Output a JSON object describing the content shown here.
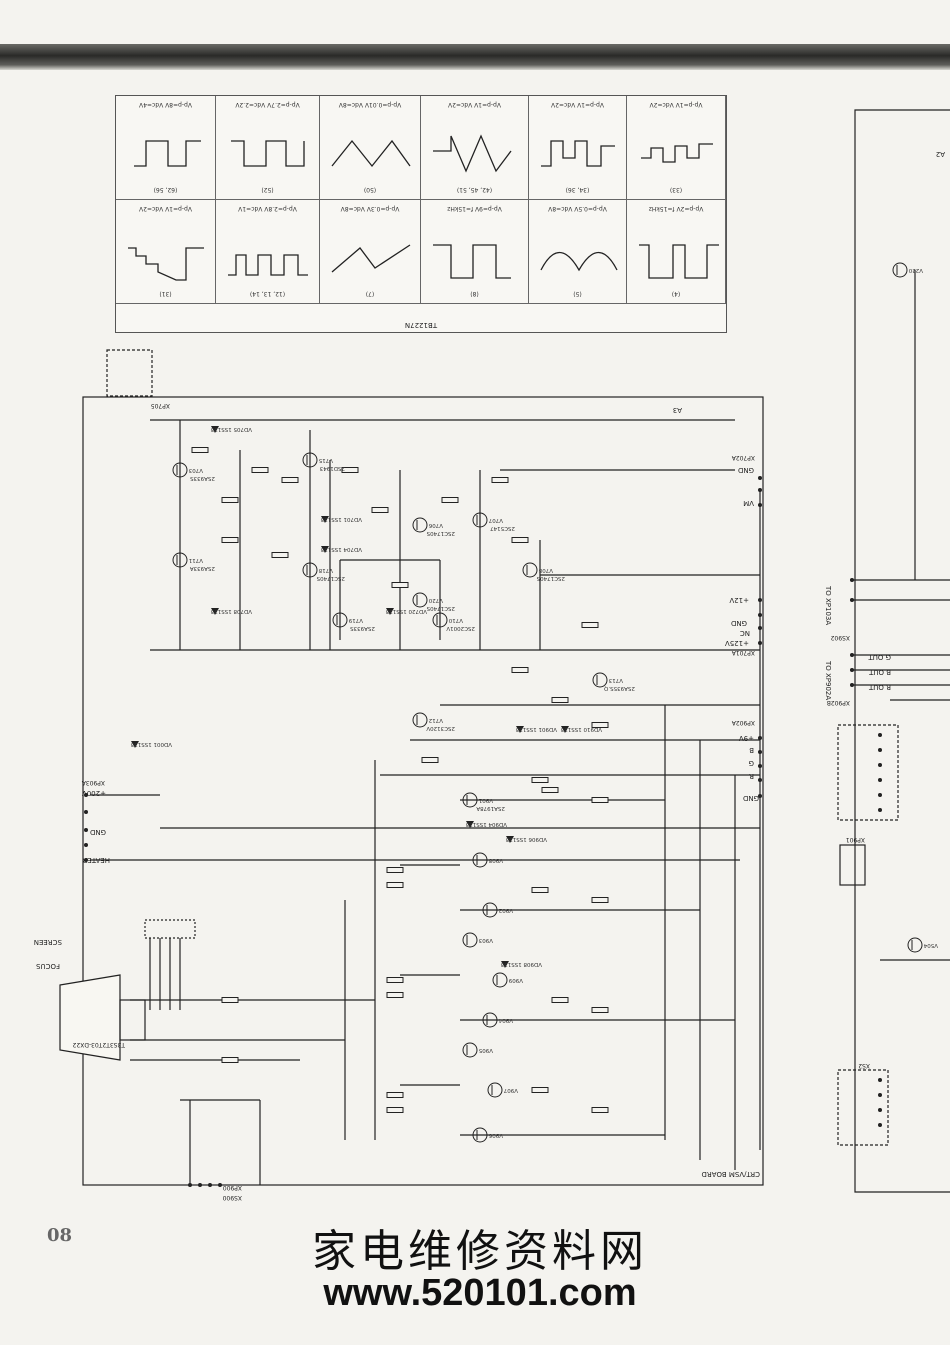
{
  "waveform_table": {
    "model": "TB1227N",
    "top_row": [
      {
        "label": "(62, 56)",
        "spec": "Vp-p=8V Vdc=4V"
      },
      {
        "label": "(52)",
        "spec": "Vp-p=2.7V Vdc=2.2V"
      },
      {
        "label": "(50)",
        "spec": "Vp-p=0.01V Vdc=8V"
      },
      {
        "label": "(42, 45, 51)",
        "spec": "Vp-p=1V Vdc=2V"
      },
      {
        "label": "(34, 36)",
        "spec": "Vp-p=1V Vdc=2V"
      },
      {
        "label": "(33)",
        "spec": "Vp-p=1V Vdc=2V"
      }
    ],
    "bottom_row": [
      {
        "label": "(31)",
        "spec": "Vp-p=1V Vdc=2V"
      },
      {
        "label": "(12, 13, 14)",
        "spec": "Vp-p=2.8V Vdc=1V"
      },
      {
        "label": "(7)",
        "spec": "Vp-p=0.3V Vdc=8V"
      },
      {
        "label": "(8)",
        "spec": "Vp-p=9V f=15kHz"
      },
      {
        "label": "(5)",
        "spec": "Vp-p=0.5V Vdc=8V"
      },
      {
        "label": "(4)",
        "spec": "Vp-p=2V f=15kHz"
      }
    ]
  },
  "board": {
    "name": "CRT/VSM BOARD",
    "section_label": "A3",
    "right_section_label": "A2",
    "connectors": [
      "XP705",
      "XP702A",
      "XP701A",
      "XP902A",
      "XP903A",
      "XP900",
      "XS900",
      "XS902",
      "XP902B",
      "XP901",
      "XS2"
    ]
  },
  "labels": {
    "gnd": "GND",
    "vm": "VM",
    "v12": "+12V",
    "nc": "NC",
    "v125": "+125V",
    "v9": "+9V",
    "b": "B",
    "g": "G",
    "r": "R",
    "v200": "+200V",
    "heater": "HEATER",
    "focus": "FOCUS",
    "screen": "SCREEN",
    "g_out": "G OUT",
    "b_out": "B OUT",
    "r_out": "R OUT",
    "to_xp103a": "TO XP103A",
    "to_xp902a": "TO XP902A"
  },
  "transistors": [
    "V703",
    "V715",
    "V711",
    "V706",
    "V718",
    "V710",
    "V719",
    "V720",
    "V707",
    "V708",
    "V712",
    "V713",
    "V901",
    "V902",
    "V903",
    "V904",
    "V905",
    "V906",
    "V907",
    "V908",
    "V909",
    "V220",
    "V504"
  ],
  "part_numbers": [
    "2SA933S",
    "2SD1943",
    "2SA933A",
    "2SC1740S",
    "2SC1740S",
    "2SC2001V",
    "2SA933S",
    "2SC1740S",
    "2SC5147",
    "2SC1740S",
    "2SC3120V",
    "2SA935S.Q",
    "2SA1978A"
  ],
  "diodes": [
    "VD705 1SS133",
    "VD701 1SS133",
    "VD704 1SS133",
    "VD708 1SS133",
    "VD720 1SS133",
    "VD901 1SS133",
    "VD904 1SS133",
    "VD906 1SS133",
    "VD908 1SS133",
    "VD910 1SS133",
    "VD001 1SS133"
  ],
  "crt": "T3S3T2T03-DX22",
  "page_number": "08",
  "watermark": {
    "cn": "家电维修资料网",
    "url": "www.520101.com"
  },
  "colors": {
    "ink": "#222222",
    "paper": "#f4f3ef",
    "band": "#3a3a38"
  }
}
